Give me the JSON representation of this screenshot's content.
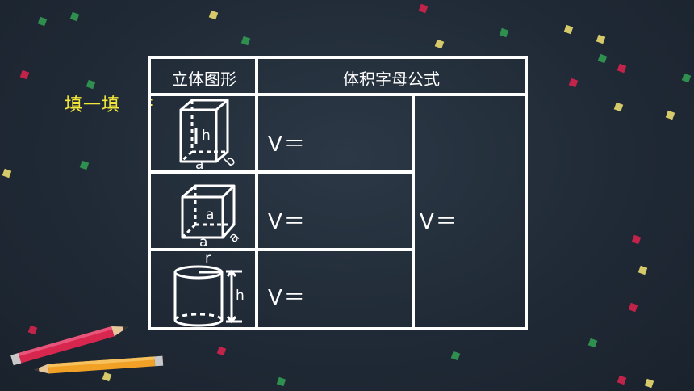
{
  "prompt": {
    "text": "填一填"
  },
  "table": {
    "header": {
      "col1": "立体图形",
      "col2": "体积字母公式"
    },
    "rows": [
      {
        "shape": "cuboid-icon",
        "formula": "V＝",
        "labels": {
          "height": "h",
          "width": "a",
          "depth": "b"
        }
      },
      {
        "shape": "cube-icon",
        "formula": "V＝",
        "labels": {
          "edge_side": "a",
          "edge_bottom": "a",
          "edge_depth": "a"
        }
      },
      {
        "shape": "cylinder-icon",
        "formula": "V＝",
        "labels": {
          "radius": "r",
          "height": "h"
        }
      }
    ],
    "merged_formula": "V＝"
  },
  "colors": {
    "background": "#1f2935",
    "prompt": "#f3e83a",
    "lines": "#ffffff"
  }
}
